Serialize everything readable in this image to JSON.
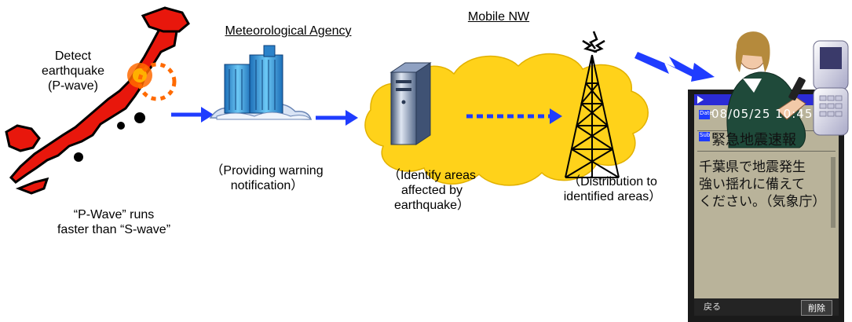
{
  "labels": {
    "agency_title": "Meteorological Agency",
    "mobile_title": "Mobile NW",
    "detect": "Detect\nearthquake\n(P-wave)",
    "pwave_note": "“P-Wave” runs\nfaster than “S-wave”",
    "providing": "（Providing warning\nnotification）",
    "identify": "（Identify areas\naffected by\nearthquake）",
    "distribution": "（Distribution to\nidentified areas）"
  },
  "phone_screen": {
    "date_tag": "Date",
    "date_value": "08/05/25 10:45",
    "sub_tag": "Sub",
    "subject": "緊急地震速報",
    "message": "千葉県で地震発生\n強い揺れに備えて\nください。（気象庁）",
    "back_button": "戻る",
    "delete_button": "削除"
  },
  "colors": {
    "japan_red": "#e8170c",
    "arrow_blue": "#1f3cff",
    "cloud_yellow": "#ffd21a",
    "building_blue": "#3aa8e8"
  }
}
